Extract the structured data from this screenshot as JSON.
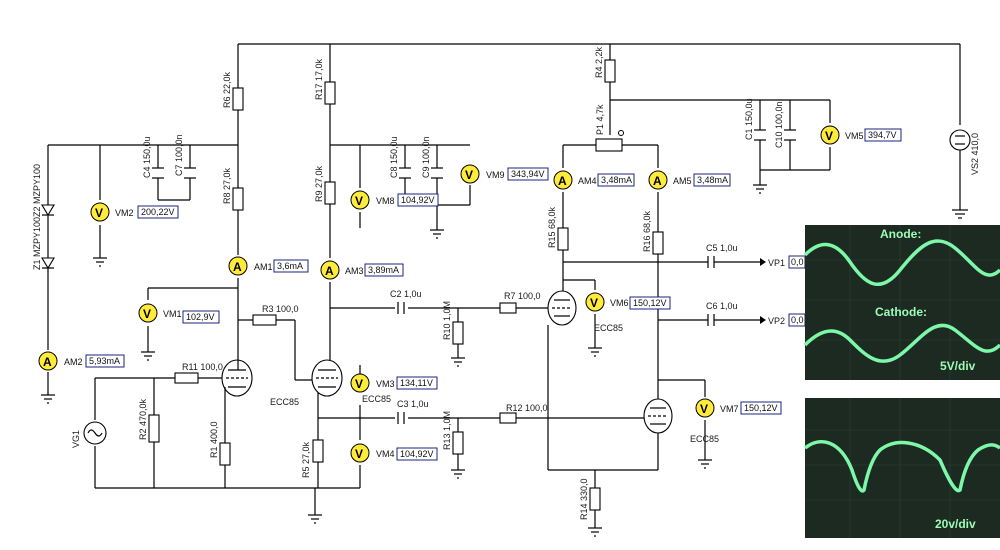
{
  "components": {
    "R6": "R6 22,0k",
    "R17": "R17 17,0k",
    "R4": "R4 2,2k",
    "R8": "R8 27,0k",
    "R9": "R9 27,0k",
    "P1": "P1 4,7k",
    "C4": "C4 150,0u",
    "C7": "C7 100,0n",
    "C8": "C8 150,0u",
    "C9": "C9 100,0n",
    "C1": "C1 150,0u",
    "C10": "C10 100,0n",
    "VS2": "VS2 410,0",
    "Z1": "Z1 MZPY100Z2 MZPY100",
    "R3": "R3 100,0",
    "C2": "C2 1,0u",
    "R7": "R7 100,0",
    "R15": "R15 68,0k",
    "R16": "R16 68,0k",
    "C5": "C5 1,0u",
    "C6": "C6 1,0u",
    "R11": "R11 100,0",
    "R2": "R2 470,0k",
    "R1": "R1 400,0",
    "R5": "R5 27,0k",
    "C3": "C3 1,0u",
    "R12": "R12 100,0",
    "R13": "R13 1,0M",
    "R10": "R10 1,0M",
    "R14": "R14 330,0",
    "VG1": "VG1",
    "VP1": "VP1",
    "VP2": "VP2",
    "ECC85_1": "ECC85",
    "ECC85_2": "ECC85",
    "ECC85_3": "ECC85",
    "ECC85_4": "ECC85"
  },
  "meters": {
    "VM2": {
      "name": "VM2",
      "reading": "200,22V"
    },
    "AM1": {
      "name": "AM1",
      "reading": "3,6mA"
    },
    "AM3": {
      "name": "AM3",
      "reading": "3,89mA"
    },
    "VM8": {
      "name": "VM8",
      "reading": "104,92V"
    },
    "VM9": {
      "name": "VM9",
      "reading": "343,94V"
    },
    "AM4": {
      "name": "AM4",
      "reading": "3,48mA"
    },
    "AM5": {
      "name": "AM5",
      "reading": "3,48mA"
    },
    "VM5": {
      "name": "VM5",
      "reading": "394,7V"
    },
    "VM1": {
      "name": "VM1",
      "reading": "102,9V"
    },
    "AM2": {
      "name": "AM2",
      "reading": "5,93mA"
    },
    "VM6": {
      "name": "VM6",
      "reading": "150,12V"
    },
    "VM3": {
      "name": "VM3",
      "reading": "134,11V"
    },
    "VM4": {
      "name": "VM4",
      "reading": "104,92V"
    },
    "VM7": {
      "name": "VM7",
      "reading": "150,12V"
    }
  },
  "probes": {
    "VP1_reading": "0,0",
    "VP2_reading": "0,0"
  },
  "scope_top": {
    "anode_label": "Anode:",
    "cathode_label": "Cathode:",
    "scale": "5V/div"
  },
  "scope_bottom": {
    "scale": "20v/div"
  },
  "colors": {
    "meter_fill": "#ffeb3b",
    "trace": "#7df7a8",
    "scope_bg": "#1c2a22"
  }
}
